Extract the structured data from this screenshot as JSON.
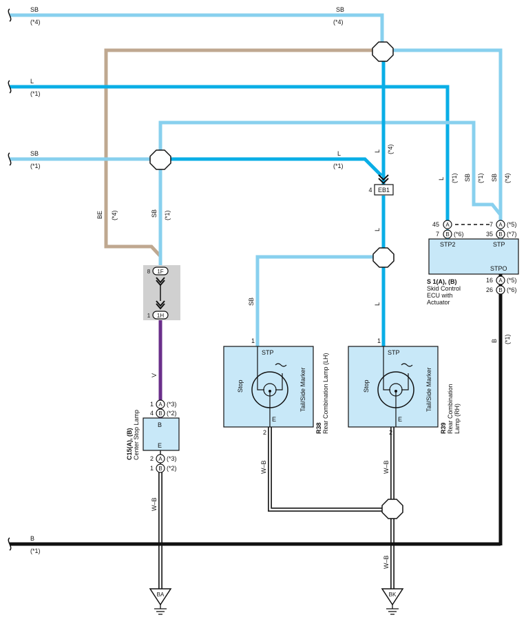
{
  "colors": {
    "sky_blue_wire": "#88d0ee",
    "blue_wire": "#0aaee6",
    "beige_wire": "#bfa890",
    "violet_wire": "#6a2e8a",
    "black_wire": "#111111",
    "component_fill": "#c8e8f8",
    "connector_block_fill": "#d0d0d0"
  },
  "left_wires": [
    {
      "color": "SB",
      "note": "(*4)"
    },
    {
      "color": "L",
      "note": "(*1)"
    },
    {
      "color": "SB",
      "note": "(*1)"
    },
    {
      "color": "B",
      "note": "(*1)"
    }
  ],
  "wire_labels": {
    "top_sb": "SB",
    "top_sb_note": "(*4)",
    "l_mid": "L",
    "l_mid_note": "(*1)",
    "be": "BE",
    "be_note": "(*4)",
    "sb_left": "SB",
    "sb_left_note": "(*1)",
    "l_vert_note": "(*4)",
    "l_vert": "L",
    "l_below": "L",
    "l_lower": "L",
    "sb_to_lh": "SB",
    "ecu_l": "L",
    "ecu_l_note": "(*1)",
    "ecu_sb1": "SB",
    "ecu_sb1_note": "(*1)",
    "ecu_sb4": "SB",
    "ecu_sb4_note": "(*4)",
    "v": "V",
    "wb_c15": "W–B",
    "wb_r38": "W–B",
    "wb_r39": "W–B",
    "wb_bk": "W–B",
    "b_right": "B",
    "b_right_note": "(*1)"
  },
  "connectors": {
    "eb1_pin": "4",
    "eb1_id": "EB1",
    "f1_pin": "8",
    "f1_id": "1F",
    "h1_pin": "1",
    "h1_id": "1H"
  },
  "ecu": {
    "name": "S 1(A), (B)",
    "desc1": "Skid Control",
    "desc2": "ECU with",
    "desc3": "Actuator",
    "stp2": "STP2",
    "stp": "STP",
    "stpo": "STPO",
    "pin_45": "45",
    "pin_45_conn": "A",
    "pin_7a": "7",
    "pin_7a_conn": "B",
    "pin_7a_note": "(*6)",
    "pin_7b": "7",
    "pin_7b_conn": "A",
    "pin_7b_note": "(*5)",
    "pin_35": "35",
    "pin_35_conn": "B",
    "pin_35_note": "(*7)",
    "pin_16": "16",
    "pin_16_conn": "A",
    "pin_16_note": "(*5)",
    "pin_26": "26",
    "pin_26_conn": "B",
    "pin_26_note": "(*6)"
  },
  "c15": {
    "name": "C15(A), (B)",
    "desc": "Center Stop Lamp",
    "pin_b": "B",
    "pin_e": "E",
    "p1": "1",
    "p1_conn": "A",
    "p1_note": "(*3)",
    "p4": "4",
    "p4_conn": "B",
    "p4_note": "(*2)",
    "p2": "2",
    "p2_conn": "A",
    "p2_note": "(*3)",
    "p1b": "1",
    "p1b_conn": "B",
    "p1b_note": "(*2)"
  },
  "r38": {
    "name": "R38",
    "desc": "Rear Combination Lamp (LH)",
    "stp": "STP",
    "e": "E",
    "stop": "Stop",
    "tail": "Tail/Side Marker",
    "pin_top": "1",
    "pin_bottom": "2"
  },
  "r39": {
    "name": "R39",
    "desc1": "Rear Combination",
    "desc2": "Lamp (RH)",
    "stp": "STP",
    "e": "E",
    "stop": "Stop",
    "tail": "Tail/Side Marker",
    "pin_top": "1",
    "pin_bottom": "2"
  },
  "grounds": {
    "ba": "BA",
    "bk": "BK"
  }
}
